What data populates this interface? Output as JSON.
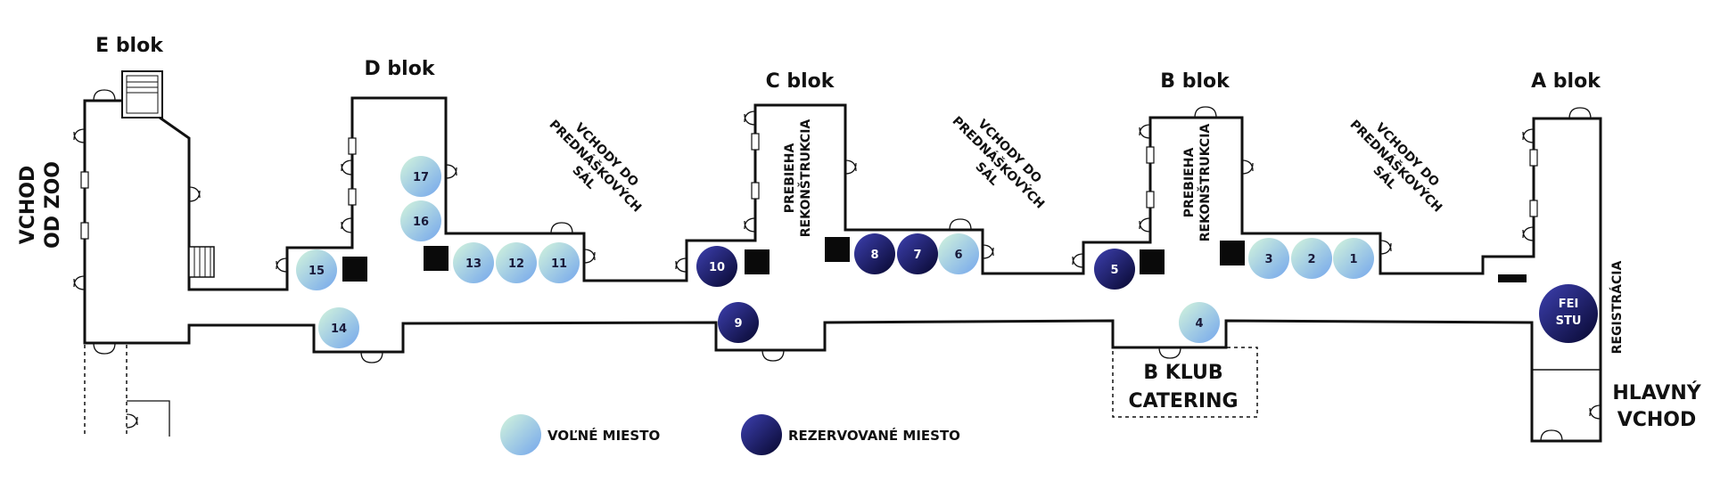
{
  "blocks": {
    "e": "E blok",
    "d": "D blok",
    "c": "C blok",
    "b": "B blok",
    "a": "A blok"
  },
  "entrance_zoo": [
    "VCHOD",
    "OD ZOO"
  ],
  "main_entrance": [
    "HLAVNÝ",
    "VCHOD"
  ],
  "registration": "REGISTRÁCIA",
  "hall_entrances": [
    "VCHODY DO",
    "PREDNÁŠKOVÝCH",
    "SÁL"
  ],
  "reconstruction": [
    "PREBIEHA",
    "REKONŠTRUKCIA"
  ],
  "b_klub": [
    "B KLUB",
    "CATERING"
  ],
  "fei_stu": [
    "FEI",
    "STU"
  ],
  "legend": {
    "free": "VOĽNÉ MIESTO",
    "reserved": "REZERVOVANÉ MIESTO"
  },
  "colors": {
    "free_gradient": [
      "#c8f0d8",
      "#7fb0ee"
    ],
    "reserved_gradient": [
      "#3a3ca8",
      "#0b0b3a"
    ],
    "wall": "#111111"
  },
  "spots": [
    {
      "number": "1",
      "status": "free"
    },
    {
      "number": "2",
      "status": "free"
    },
    {
      "number": "3",
      "status": "free"
    },
    {
      "number": "4",
      "status": "free"
    },
    {
      "number": "5",
      "status": "reserved"
    },
    {
      "number": "6",
      "status": "free"
    },
    {
      "number": "7",
      "status": "reserved"
    },
    {
      "number": "8",
      "status": "reserved"
    },
    {
      "number": "9",
      "status": "reserved"
    },
    {
      "number": "10",
      "status": "reserved"
    },
    {
      "number": "11",
      "status": "free"
    },
    {
      "number": "12",
      "status": "free"
    },
    {
      "number": "13",
      "status": "free"
    },
    {
      "number": "14",
      "status": "free"
    },
    {
      "number": "15",
      "status": "free"
    },
    {
      "number": "16",
      "status": "free"
    },
    {
      "number": "17",
      "status": "free"
    }
  ]
}
